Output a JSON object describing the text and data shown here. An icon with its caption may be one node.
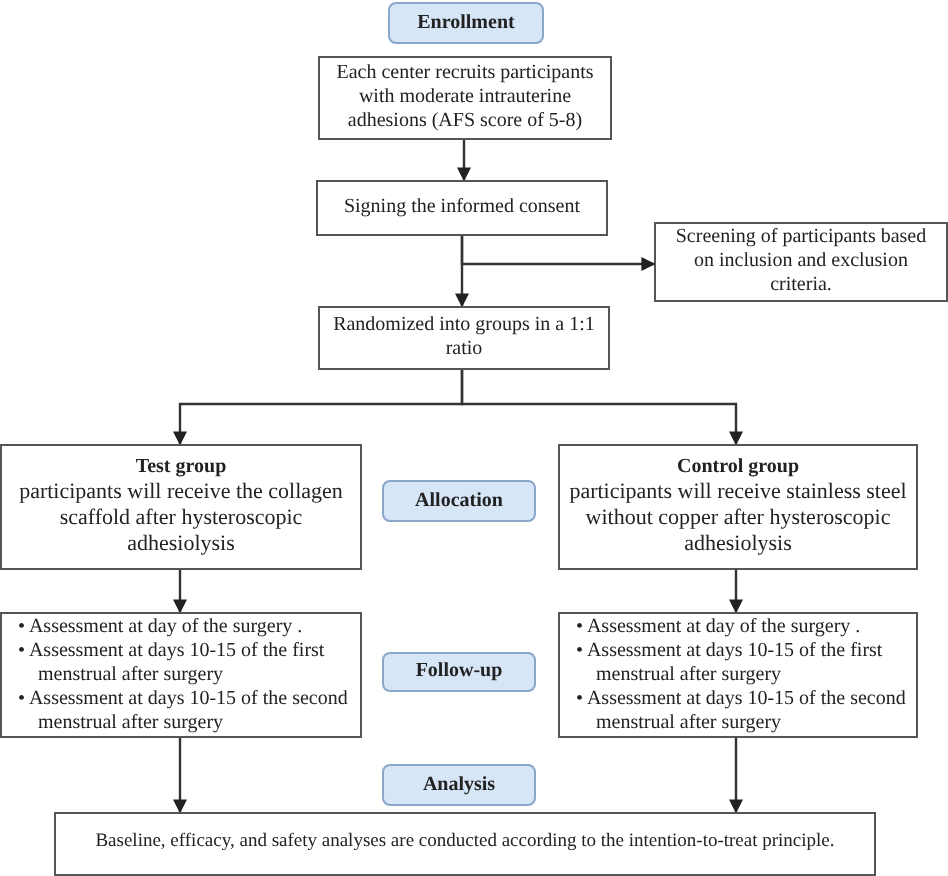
{
  "diagram": {
    "nodes": [
      {
        "text": [
          "Enrollment"
        ]
      },
      {
        "text": [
          "Each center recruits participants with moderate intrauterine adhesions (AFS score of 5-8)"
        ]
      },
      {
        "text": [
          "Signing the informed consent"
        ]
      },
      {
        "text": [
          "Screening of participants based on inclusion and exclusion criteria."
        ]
      },
      {
        "text": [
          "Randomized into groups in a 1:1 ratio"
        ]
      },
      {
        "text": [
          "Test group",
          "participants will receive the collagen scaffold after hysteroscopic adhesiolysis"
        ]
      },
      {
        "text": [
          "Allocation"
        ]
      },
      {
        "text": [
          "Control group",
          "participants will receive stainless steel without copper after hysteroscopic adhesiolysis"
        ]
      },
      {
        "text": [
          "• Assessment at day of the surgery .",
          "• Assessment at days 10-15 of the first menstrual after surgery",
          "• Assessment at days 10-15 of the second menstrual after surgery"
        ]
      },
      {
        "text": [
          "Follow-up"
        ]
      },
      {
        "text": [
          "• Assessment at day of the surgery .",
          "• Assessment at days 10-15 of the first menstrual after surgery",
          "• Assessment at days 10-15 of the second menstrual after surgery"
        ]
      },
      {
        "text": [
          "Analysis"
        ]
      },
      {
        "text": [
          "Baseline, efficacy, and safety analyses are conducted according to the intention-to-treat principle."
        ]
      }
    ],
    "edges": [
      {
        "from": 1,
        "to": 2,
        "arrow": "to"
      },
      {
        "from": 2,
        "to": 3,
        "arrow": "to"
      },
      {
        "from": 2,
        "to": 4,
        "arrow": "to"
      },
      {
        "from": 4,
        "to": 5,
        "arrow": "to"
      },
      {
        "from": 4,
        "to": 7,
        "arrow": "to"
      },
      {
        "from": 5,
        "to": 8,
        "arrow": "to"
      },
      {
        "from": 7,
        "to": 10,
        "arrow": "to"
      },
      {
        "from": 8,
        "to": 12,
        "arrow": "to"
      },
      {
        "from": 10,
        "to": 12,
        "arrow": "to"
      }
    ]
  }
}
